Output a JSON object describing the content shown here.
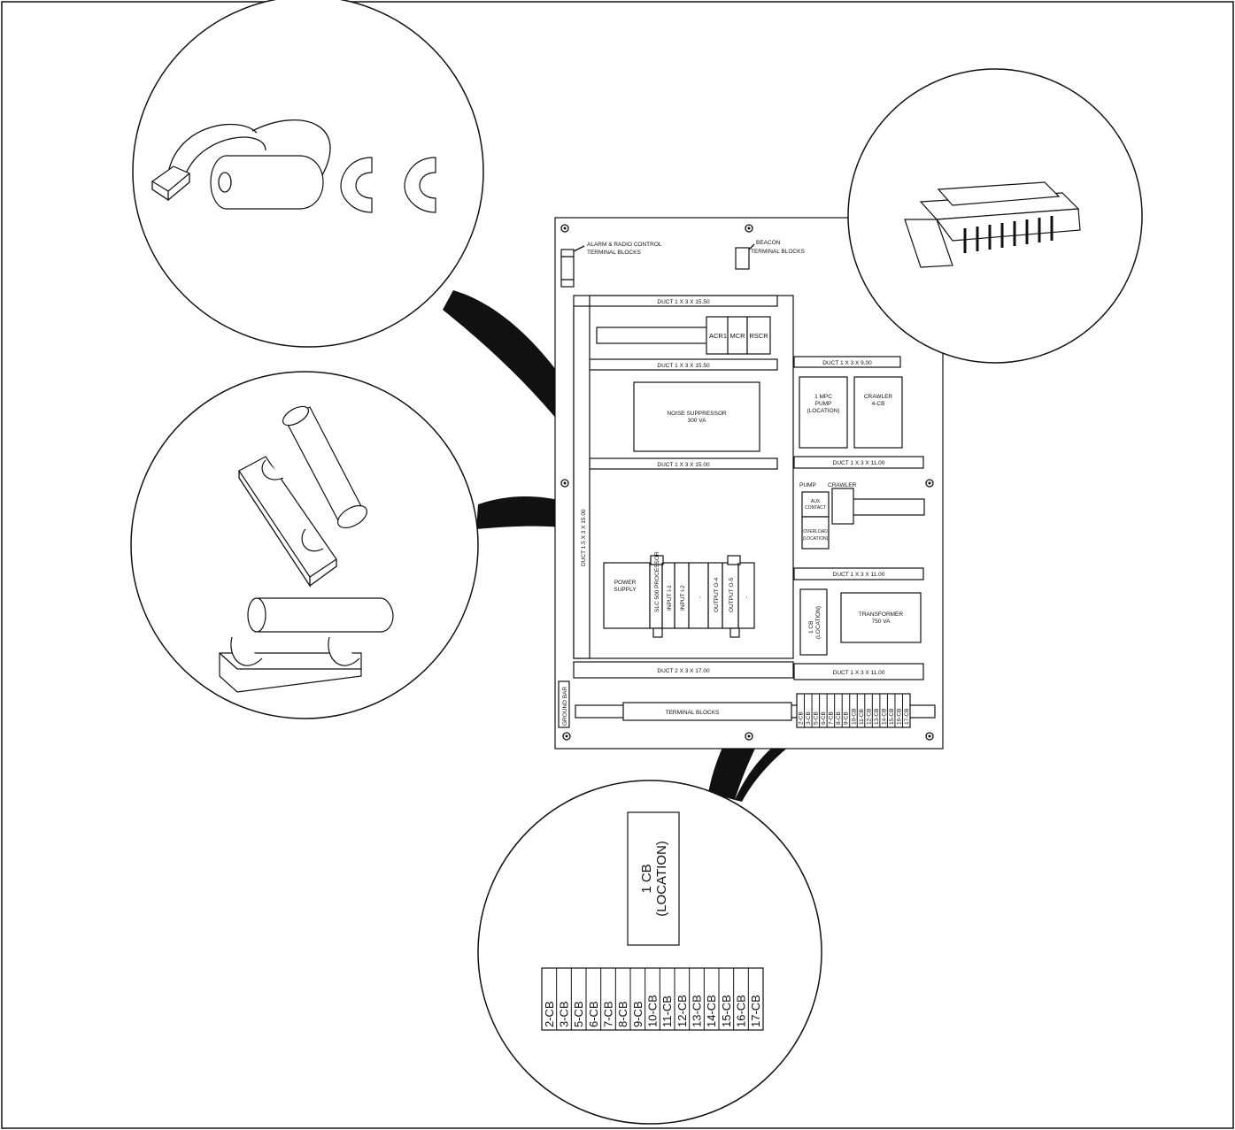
{
  "panel": {
    "alarm_tb": [
      "ALARM & RADIO CONTROL",
      "TERMINAL BLOCKS"
    ],
    "beacon_tb": [
      "BEACON",
      "TERMINAL BLOCKS"
    ],
    "duct_top_1": "DUCT 1 X 3 X 15.50",
    "duct_top_2": "DUCT 1 X 3 X 15.50",
    "duct_mid": "DUCT 1 X 3 X 15.00",
    "duct_left": "DUCT 1.5 X 3 X 15.00",
    "duct_bottom": "DUCT 2 X 3 X 17.00",
    "relays": [
      "ACR1",
      "MCR",
      "RSCR"
    ],
    "noise": [
      "NOISE SUPPRESSOR",
      "300 VA"
    ],
    "duct_right_1": "DUCT 1 X 3 X 9.00",
    "pump_box": [
      "1 MPC",
      "PUMP",
      "(LOCATION)"
    ],
    "crawler_box": [
      "CRAWLER",
      "4-CB"
    ],
    "duct_right_2": "DUCT 1 X 3 X 11.00",
    "pump_label": "PUMP",
    "crawler_label": "CRAWLER",
    "aux_contact": [
      "AUX",
      "CONTACT"
    ],
    "overload": [
      "OVERLOAD",
      "(LOCATION)"
    ],
    "duct_right_3": "DUCT 1 X 3 X 11.00",
    "power_supply": [
      "POWER",
      "SUPPLY"
    ],
    "plc_modules": [
      "SLC 500 PROCESSOR",
      "INPUT I-1",
      "INPUT I-2",
      "-",
      "OUTPUT O-4",
      "OUTPUT O-5",
      "-"
    ],
    "cb1": [
      "1 CB",
      "(LOCATION)"
    ],
    "transformer": [
      "TRANSFORMER",
      "750 VA"
    ],
    "duct_right_4": "DUCT 1 X 3 X 11.00",
    "ground_bar": "GROUND BAR",
    "terminal_blocks": "TERMINAL BLOCKS",
    "cb_list": [
      "2-CB",
      "3-CB",
      "5-CB",
      "6-CB",
      "7-CB",
      "8-CB",
      "9-CB",
      "10-CB",
      "11-CB",
      "12-CB",
      "13-CB",
      "14-CB",
      "15-CB",
      "16-CB",
      "17-CB"
    ]
  },
  "callout": {
    "cb1": [
      "1 CB",
      "(LOCATION)"
    ],
    "cb_list": [
      "2-CB",
      "3-CB",
      "5-CB",
      "6-CB",
      "7-CB",
      "8-CB",
      "9-CB",
      "10-CB",
      "11-CB",
      "12-CB",
      "13-CB",
      "14-CB",
      "15-CB",
      "16-CB",
      "17-CB"
    ]
  },
  "icons": [
    "capacitor-icon",
    "fuse-icon",
    "ic-chip-socket-icon"
  ]
}
